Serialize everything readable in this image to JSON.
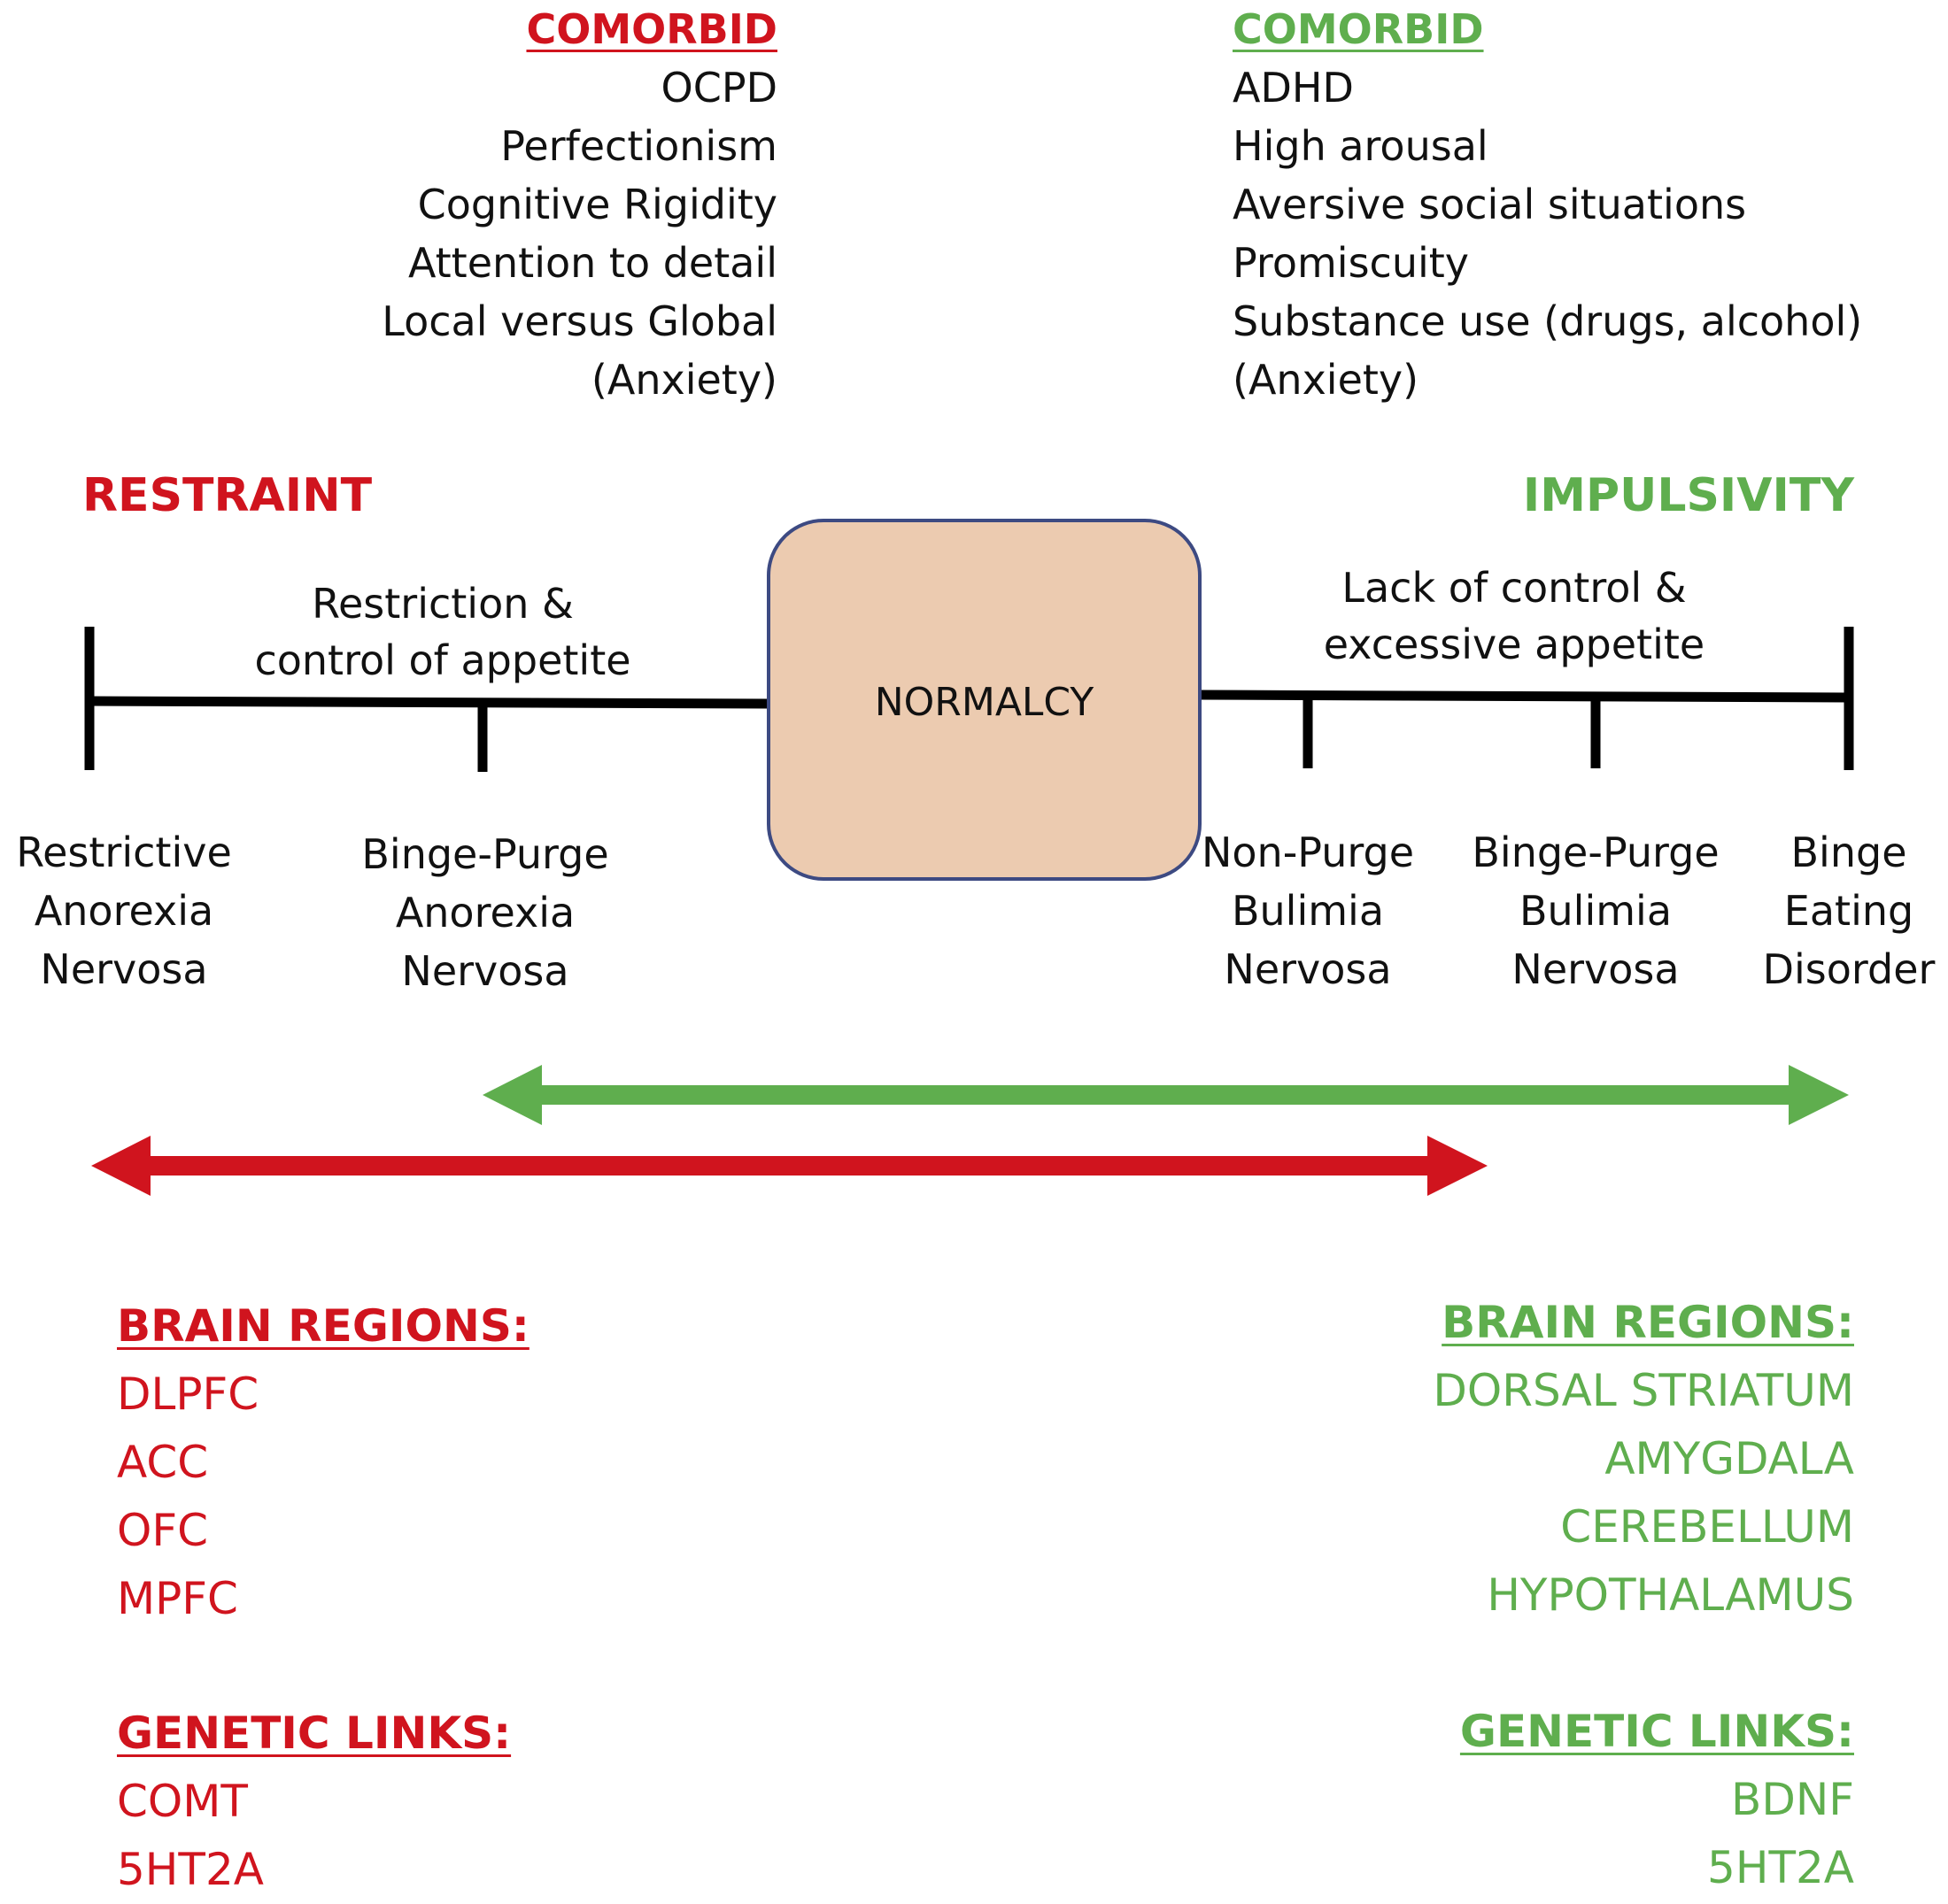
{
  "comorbid_left": {
    "heading": "COMORBID",
    "items": [
      "OCPD",
      "Perfectionism",
      "Cognitive Rigidity",
      "Attention to detail",
      "Local versus Global",
      "(Anxiety)"
    ]
  },
  "comorbid_right": {
    "heading": "COMORBID",
    "items": [
      "ADHD",
      "High arousal",
      "Aversive social situations",
      "Promiscuity",
      "Substance use (drugs, alcohol)",
      "(Anxiety)"
    ]
  },
  "restraint_label": "RESTRAINT",
  "impulsivity_label": "IMPULSIVITY",
  "left_axis_caption": [
    "Restriction &",
    "control of appetite"
  ],
  "right_axis_caption": [
    "Lack of control &",
    "excessive appetite"
  ],
  "center_box": "NORMALCY",
  "disorders": [
    [
      "Restrictive",
      "Anorexia",
      "Nervosa"
    ],
    [
      "Binge-Purge",
      "Anorexia",
      "Nervosa"
    ],
    [
      "Non-Purge",
      "Bulimia",
      "Nervosa"
    ],
    [
      "Binge-Purge",
      "Bulimia",
      "Nervosa"
    ],
    [
      "Binge",
      "Eating",
      "Disorder"
    ]
  ],
  "brain_left": {
    "heading": "BRAIN REGIONS:",
    "items": [
      "DLPFC",
      "ACC",
      "OFC",
      "MPFC"
    ]
  },
  "brain_right": {
    "heading": "BRAIN REGIONS:",
    "items": [
      "DORSAL STRIATUM",
      "AMYGDALA",
      "CEREBELLUM",
      "HYPOTHALAMUS"
    ]
  },
  "genetic_left": {
    "heading": "GENETIC LINKS:",
    "items": [
      "COMT",
      "5HT2A"
    ]
  },
  "genetic_right": {
    "heading": "GENETIC LINKS:",
    "items": [
      "BDNF",
      "5HT2A"
    ]
  },
  "colors": {
    "red": "#d0141e",
    "green": "#5fae4e",
    "box_fill": "#eccbb0",
    "box_border": "#3d4a82"
  }
}
